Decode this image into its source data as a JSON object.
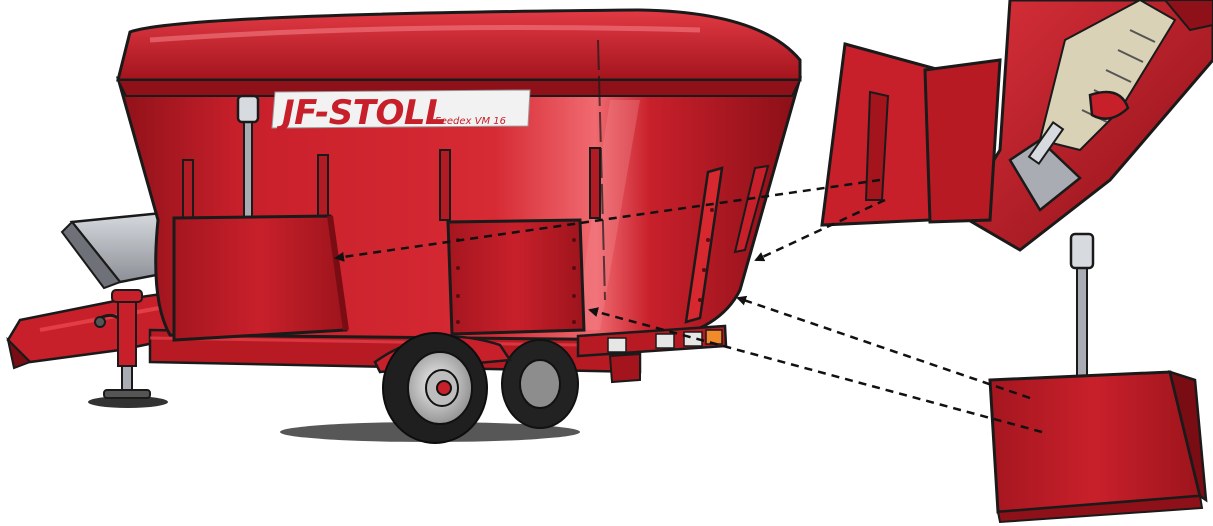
{
  "brand": {
    "name": "JF-STOLL",
    "model": "Feedex VM 16"
  },
  "colors": {
    "body_red": "#c8202b",
    "dark_red": "#7a0c14",
    "highlight_red": "#ef4a52",
    "outline": "#1a1a1a",
    "steel_grey": "#a9adb3",
    "cream": "#d9d2b6",
    "arrow": "#111111"
  },
  "illustration": {
    "main": "jf-stoll-vertical-feed-mixer-wagon",
    "detail_top_right": "discharge-chute-with-hydraulic-cylinder",
    "detail_bottom_right": "side-door-with-hydraulic-handle"
  }
}
